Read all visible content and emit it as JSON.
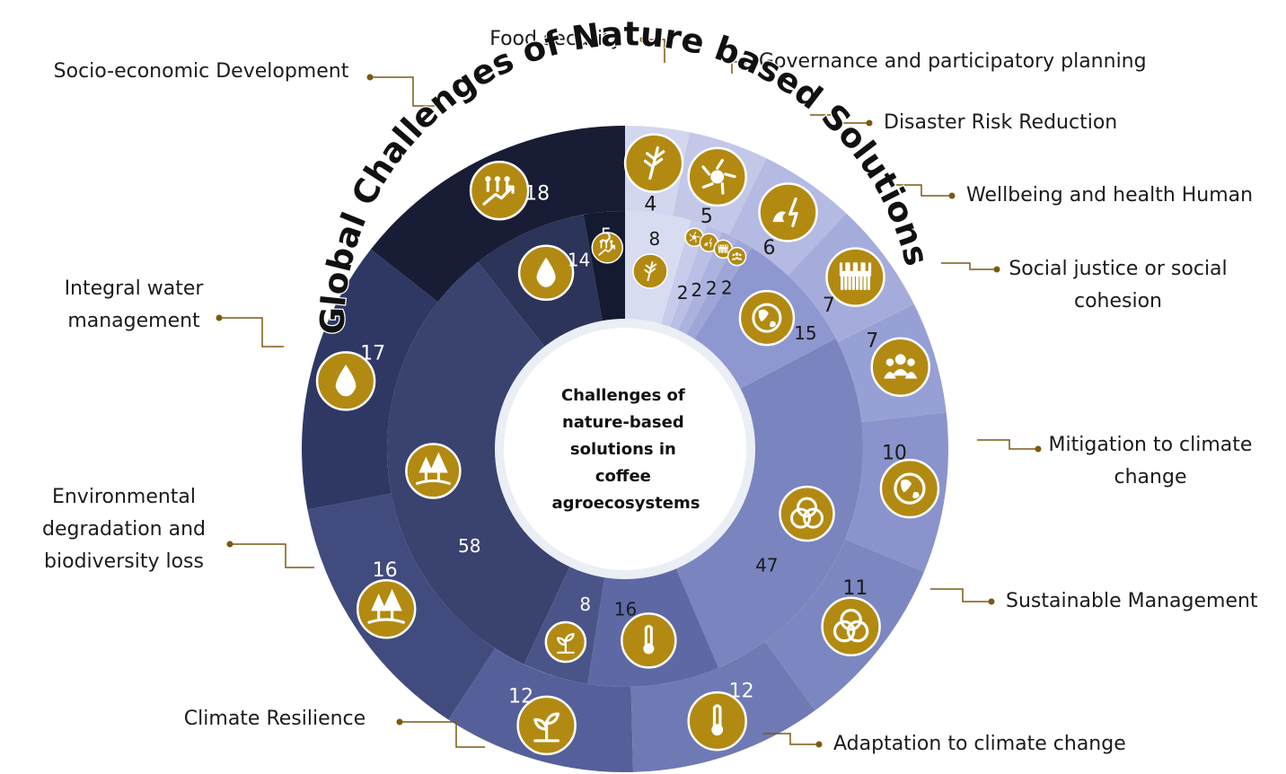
{
  "chart_data": {
    "type": "sunburst",
    "title": "Global Challenges of  Nature based Solutions",
    "center_label": [
      "Challenges of",
      "nature-based",
      "solutions in",
      "coffee",
      "agroecosystems"
    ],
    "outer_ring": [
      {
        "label": "Food security",
        "value": 4,
        "color": "#d2d6ee",
        "icon": "wheat-icon"
      },
      {
        "label": "Governance and participatory planning",
        "value": 5,
        "color": "#c3c8e8",
        "icon": "hands-circle-icon"
      },
      {
        "label": "Disaster Risk Reduction",
        "value": 6,
        "color": "#b4bae2",
        "icon": "wave-lightning-icon"
      },
      {
        "label": "Wellbeing and health Human",
        "value": 7,
        "color": "#a5acdb",
        "icon": "people-raised-arms-icon"
      },
      {
        "label": "Social justice or social cohesion",
        "value": 7,
        "color": "#97a0d5",
        "icon": "group-icon"
      },
      {
        "label": "Mitigation to climate change",
        "value": 10,
        "color": "#8a93cc",
        "icon": "globe-icon"
      },
      {
        "label": "Sustainable Management",
        "value": 11,
        "color": "#7c86c1",
        "icon": "venn-icon"
      },
      {
        "label": "Adaptation to climate change",
        "value": 12,
        "color": "#6f79b4",
        "icon": "thermometer-icon"
      },
      {
        "label": "Climate Resilience",
        "value": 12,
        "color": "#55609a",
        "icon": "sprout-icon"
      },
      {
        "label": "Environmental degradation and biodiversity loss",
        "value": 16,
        "color": "#414b7e",
        "icon": "trees-icon"
      },
      {
        "label": "Integral water management",
        "value": 17,
        "color": "#2f3864",
        "icon": "water-drop-icon"
      },
      {
        "label": "Socio-economic Development",
        "value": 18,
        "color": "#181d35",
        "icon": "growth-people-icon"
      }
    ],
    "inner_ring": [
      {
        "value": 8,
        "color": "#d8dcf1",
        "icon": "wheat-icon"
      },
      {
        "value": 2,
        "color": "#c7cceb",
        "icon": "hands-circle-icon"
      },
      {
        "value": 2,
        "color": "#b9bfe5",
        "icon": "wave-lightning-icon"
      },
      {
        "value": 2,
        "color": "#abb2de",
        "icon": "people-raised-arms-icon"
      },
      {
        "value": 2,
        "color": "#9ea6d8",
        "icon": "group-icon"
      },
      {
        "value": 15,
        "color": "#8e97cf",
        "icon": "globe-icon"
      },
      {
        "value": 47,
        "color": "#7a84bf",
        "icon": "venn-icon"
      },
      {
        "value": 16,
        "color": "#5d68a5",
        "icon": "thermometer-icon"
      },
      {
        "value": 8,
        "color": "#4a5488",
        "icon": "sprout-icon"
      },
      {
        "value": 58,
        "color": "#3a436f",
        "icon": "trees-icon"
      },
      {
        "value": 14,
        "color": "#2c3459",
        "icon": "water-drop-icon"
      },
      {
        "value": 5,
        "color": "#141a30",
        "icon": "growth-people-icon"
      }
    ],
    "colors": {
      "icon_fill": "#b28a12",
      "leader_line": "#7a5a12",
      "text": "#1b1b1b"
    }
  }
}
